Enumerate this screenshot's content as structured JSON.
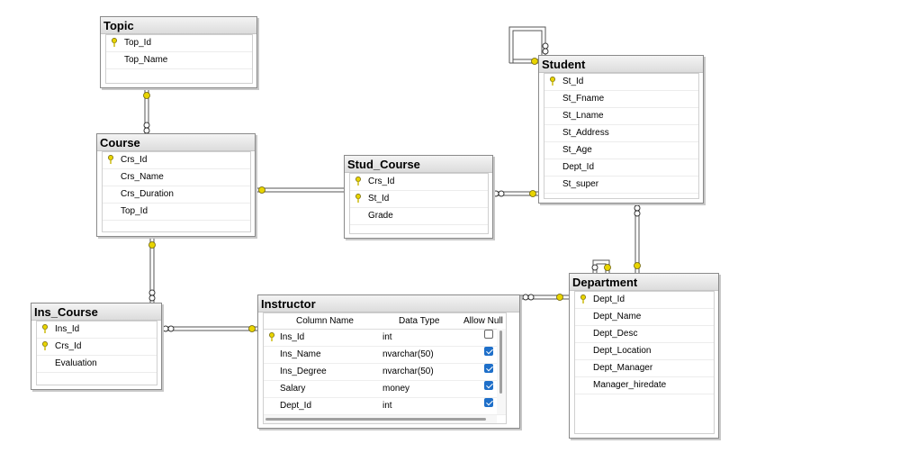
{
  "diagram": {
    "tables": {
      "topic": {
        "title": "Topic",
        "columns": [
          {
            "name": "Top_Id",
            "pk": true
          },
          {
            "name": "Top_Name",
            "pk": false
          }
        ]
      },
      "course": {
        "title": "Course",
        "columns": [
          {
            "name": "Crs_Id",
            "pk": true
          },
          {
            "name": "Crs_Name",
            "pk": false
          },
          {
            "name": "Crs_Duration",
            "pk": false
          },
          {
            "name": "Top_Id",
            "pk": false
          }
        ]
      },
      "stud_course": {
        "title": "Stud_Course",
        "columns": [
          {
            "name": "Crs_Id",
            "pk": true
          },
          {
            "name": "St_Id",
            "pk": true
          },
          {
            "name": "Grade",
            "pk": false
          }
        ]
      },
      "student": {
        "title": "Student",
        "columns": [
          {
            "name": "St_Id",
            "pk": true
          },
          {
            "name": "St_Fname",
            "pk": false
          },
          {
            "name": "St_Lname",
            "pk": false
          },
          {
            "name": "St_Address",
            "pk": false
          },
          {
            "name": "St_Age",
            "pk": false
          },
          {
            "name": "Dept_Id",
            "pk": false
          },
          {
            "name": "St_super",
            "pk": false
          }
        ]
      },
      "ins_course": {
        "title": "Ins_Course",
        "columns": [
          {
            "name": "Ins_Id",
            "pk": true
          },
          {
            "name": "Crs_Id",
            "pk": true
          },
          {
            "name": "Evaluation",
            "pk": false
          }
        ]
      },
      "instructor": {
        "title": "Instructor",
        "headers": {
          "column_name": "Column Name",
          "data_type": "Data Type",
          "allow_nulls": "Allow Null"
        },
        "columns": [
          {
            "name": "Ins_Id",
            "type": "int",
            "pk": true,
            "allow_null": false
          },
          {
            "name": "Ins_Name",
            "type": "nvarchar(50)",
            "pk": false,
            "allow_null": true
          },
          {
            "name": "Ins_Degree",
            "type": "nvarchar(50)",
            "pk": false,
            "allow_null": true
          },
          {
            "name": "Salary",
            "type": "money",
            "pk": false,
            "allow_null": true
          },
          {
            "name": "Dept_Id",
            "type": "int",
            "pk": false,
            "allow_null": true
          }
        ]
      },
      "department": {
        "title": "Department",
        "columns": [
          {
            "name": "Dept_Id",
            "pk": true
          },
          {
            "name": "Dept_Name",
            "pk": false
          },
          {
            "name": "Dept_Desc",
            "pk": false
          },
          {
            "name": "Dept_Location",
            "pk": false
          },
          {
            "name": "Dept_Manager",
            "pk": false
          },
          {
            "name": "Manager_hiredate",
            "pk": false
          }
        ]
      }
    },
    "relationships": [
      {
        "from": "course",
        "to": "topic",
        "kind": "many-to-one"
      },
      {
        "from": "stud_course",
        "to": "course",
        "kind": "many-to-one"
      },
      {
        "from": "stud_course",
        "to": "student",
        "kind": "many-to-one"
      },
      {
        "from": "ins_course",
        "to": "course",
        "kind": "many-to-one"
      },
      {
        "from": "ins_course",
        "to": "instructor",
        "kind": "many-to-one"
      },
      {
        "from": "student",
        "to": "department",
        "kind": "many-to-one"
      },
      {
        "from": "instructor",
        "to": "department",
        "kind": "many-to-one"
      },
      {
        "from": "student",
        "to": "student",
        "kind": "self"
      },
      {
        "from": "department",
        "to": "department",
        "kind": "self"
      }
    ],
    "colors": {
      "key_icon": "#e8d400",
      "connector": "#555555",
      "checkbox": "#1e6fc9"
    }
  }
}
